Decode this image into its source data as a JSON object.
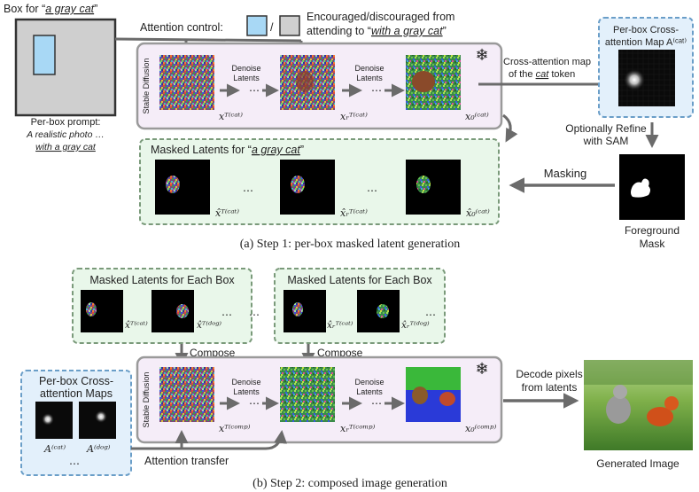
{
  "step1": {
    "box_prompt_label_prefix": "Box for “",
    "box_prompt_label_phrase": "a gray cat",
    "box_prompt_label_suffix": "”",
    "attention_control_label": "Attention control:",
    "slash": "/",
    "encouraged_line1": "Encouraged/discouraged from",
    "encouraged_line2_prefix": "attending to “",
    "encouraged_line2_phrase": "with a gray cat",
    "encouraged_line2_suffix": "”",
    "per_box_prompt_title": "Per-box prompt:",
    "per_box_prompt_line1": "A realistic photo …",
    "per_box_prompt_line2": "with a gray cat",
    "stable_diffusion_label": "Stable Diffusion",
    "denoise_label_line1": "Denoise",
    "denoise_label_line2": "Latents",
    "ellipsis": "⋯",
    "latent_labels": [
      "xᵀ⁽ᶜᵃᵗ⁾",
      "xᵣᵀ⁽ᶜᵃᵗ⁾",
      "x₀⁽ᶜᵃᵗ⁾"
    ],
    "cross_attention_line1": "Cross-attention map",
    "cross_attention_line2_prefix": "of the ",
    "cross_attention_line2_word": "cat",
    "cross_attention_line2_suffix": " token",
    "per_box_cross_title_line1": "Per-box Cross-",
    "per_box_cross_title_line2": "attention Map A⁽ᶜᵃᵗ⁾",
    "refine_line1": "Optionally Refine",
    "refine_line2": "with SAM",
    "masking_label": "Masking",
    "foreground_line1": "Foreground",
    "foreground_line2": "Mask",
    "masked_latents_prefix": "Masked Latents for “",
    "masked_latents_phrase": "a gray cat",
    "masked_latents_suffix": "”",
    "masked_latent_labels": [
      "x̂ᵀ⁽ᶜᵃᵗ⁾",
      "x̂ᵣᵀ⁽ᶜᵃᵗ⁾",
      "x̂₀⁽ᶜᵃᵗ⁾"
    ],
    "caption": "(a) Step 1: per-box masked latent generation"
  },
  "step2": {
    "masked_each_box_left": "Masked Latents for Each Box",
    "masked_each_box_right": "Masked Latents for Each Box",
    "left_labels": [
      "x̂ᵀ⁽ᶜᵃᵗ⁾",
      "x̂ᵀ⁽ᵈᵒᵍ⁾"
    ],
    "right_labels": [
      "x̂ᵣᵀ⁽ᶜᵃᵗ⁾",
      "x̂ᵣᵀ⁽ᵈᵒᵍ⁾"
    ],
    "compose_label": "Compose",
    "per_box_maps_line1": "Per-box Cross-",
    "per_box_maps_line2": "attention Maps",
    "map_labels": [
      "A⁽ᶜᵃᵗ⁾",
      "A⁽ᵈᵒᵍ⁾"
    ],
    "stable_diffusion_label": "Stable Diffusion",
    "denoise_label_line1": "Denoise",
    "denoise_label_line2": "Latents",
    "comp_labels": [
      "xᵀ⁽ᶜᵒᵐᵖ⁾",
      "xᵣᵀ⁽ᶜᵒᵐᵖ⁾",
      "x₀⁽ᶜᵒᵐᵖ⁾"
    ],
    "decode_line1": "Decode pixels",
    "decode_line2": "from latents",
    "generated_label": "Generated Image",
    "attention_transfer_label": "Attention transfer",
    "caption": "(b) Step 2: composed image generation"
  },
  "colors": {
    "sd_panel_fill": "#f5edf8",
    "sd_panel_stroke": "#9a9a9a",
    "masked_fill": "#e9f7ea",
    "masked_stroke": "#7a9a7a",
    "attn_fill": "#e3f0fb",
    "attn_stroke": "#6a9ec8",
    "arrow": "#6b6b6b",
    "box_gray": "#cfcfcf",
    "box_blue": "#a8d8f5"
  }
}
